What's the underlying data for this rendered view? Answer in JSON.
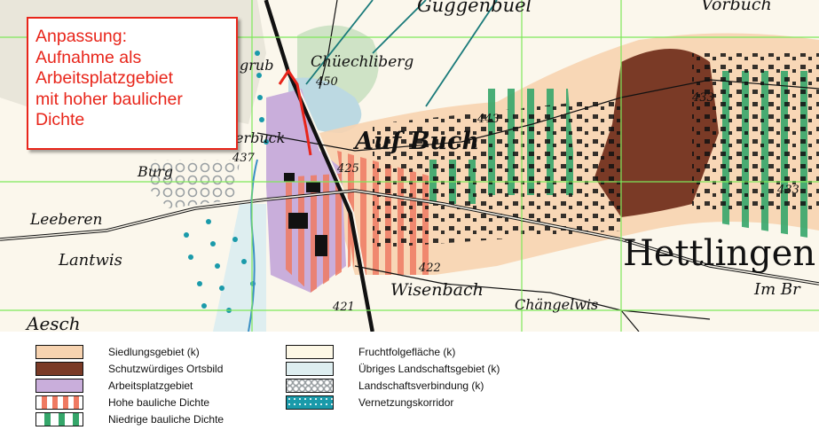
{
  "callout": {
    "lines": [
      "Anpassung:",
      "Aufnahme als",
      "Arbeitsplatzgebiet",
      "mit hoher baulicher",
      "Dichte"
    ]
  },
  "map_labels": {
    "guggenbuel": "Guggenbüel",
    "vorbuch": "Vorbuch",
    "chuechliberg": "Chüechliberg",
    "auf_buch": "Auf Buch",
    "hettlingen": "Hettlingen",
    "leeberen": "Leeberen",
    "lantwis": "Lantwis",
    "wisenbach": "Wisenbach",
    "changelwis": "Chängelwis",
    "im_br": "Im Br",
    "burg": "Burg",
    "erbuck": "erbuck",
    "grub": "grub",
    "aesch": "Aesch",
    "h450": "450",
    "h443": "443",
    "h433a": "433",
    "h433b": "433",
    "h425": "425",
    "h437": "437",
    "h422": "422",
    "h421": "421"
  },
  "legend": {
    "left": [
      {
        "label": "Siedlungsgebiet (k)",
        "fill": "#f7d3b0",
        "icon": "settlement-swatch"
      },
      {
        "label": "Schutzwürdiges Ortsbild",
        "fill": "#7a3a26",
        "icon": "heritage-swatch"
      },
      {
        "label": "Arbeitsplatzgebiet",
        "fill": "#c9aedb",
        "icon": "workplace-swatch"
      },
      {
        "label": "Hohe bauliche Dichte",
        "fill": "stripes-red",
        "icon": "high-density-swatch"
      },
      {
        "label": "Niedrige bauliche Dichte",
        "fill": "stripes-green",
        "icon": "low-density-swatch"
      }
    ],
    "right": [
      {
        "label": "Fruchtfolgefläche (k)",
        "fill": "#fdf8e6",
        "icon": "crop-rotation-swatch"
      },
      {
        "label": "Übriges Landschaftsgebiet (k)",
        "fill": "#deeef0",
        "icon": "landscape-swatch"
      },
      {
        "label": "Landschaftsverbindung (k)",
        "fill": "circles-grey",
        "icon": "landscape-connection-swatch"
      },
      {
        "label": "Vernetzungskorridor",
        "fill": "#1a9aaa",
        "icon": "corridor-swatch"
      }
    ]
  },
  "colors": {
    "settlement": "#f7d3b0",
    "heritage": "#7a3a26",
    "workplace": "#c9aedb",
    "high_density_stripe": "#ef7a62",
    "low_density_stripe": "#35a66a",
    "crop_rotation": "#fdf8e6",
    "landscape": "#deeef0",
    "corridor": "#1a9aaa",
    "grid": "#7ee85a",
    "callout_border": "#e8251a"
  }
}
